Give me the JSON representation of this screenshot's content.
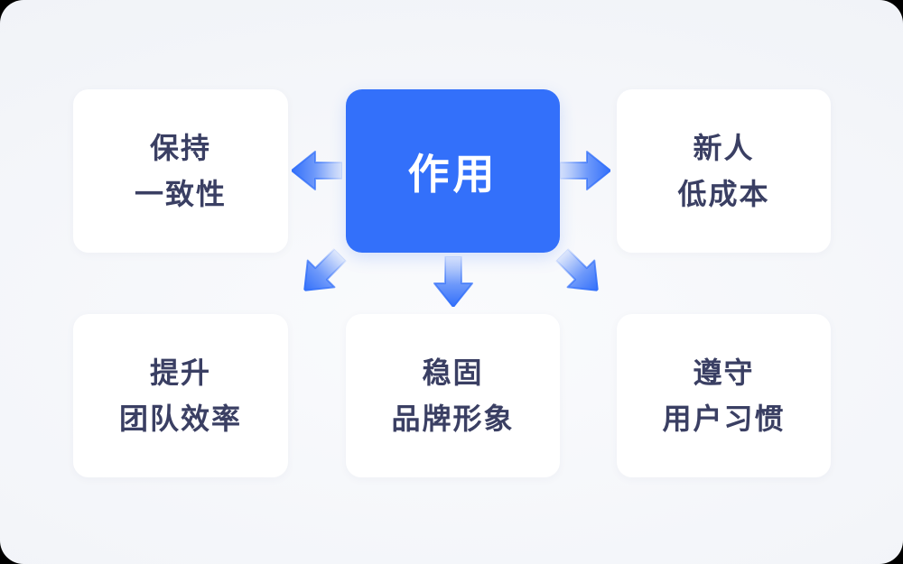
{
  "diagram": {
    "center": {
      "label": "作用"
    },
    "nodes": [
      {
        "id": "keep-consistency",
        "position": "top-left",
        "lines": [
          "保持",
          "一致性"
        ]
      },
      {
        "id": "newcomer-low-cost",
        "position": "top-right",
        "lines": [
          "新人",
          "低成本"
        ]
      },
      {
        "id": "improve-team-efficiency",
        "position": "bottom-left",
        "lines": [
          "提升",
          "团队效率"
        ]
      },
      {
        "id": "stable-brand-image",
        "position": "bottom-center",
        "lines": [
          "稳固",
          "品牌形象"
        ]
      },
      {
        "id": "follow-user-habits",
        "position": "bottom-right",
        "lines": [
          "遵守",
          "用户习惯"
        ]
      }
    ],
    "arrows": [
      {
        "icon": "arrow-left-icon",
        "direction": "left"
      },
      {
        "icon": "arrow-right-icon",
        "direction": "right"
      },
      {
        "icon": "arrow-down-left-icon",
        "direction": "down-left"
      },
      {
        "icon": "arrow-down-icon",
        "direction": "down"
      },
      {
        "icon": "arrow-down-right-icon",
        "direction": "down-right"
      }
    ],
    "colors": {
      "accent": "#3370fa",
      "node_text": "#3a3f63",
      "node_bg": "#ffffff",
      "canvas_bg": "#f3f5f9",
      "canvas_bg_light": "#fafbfd",
      "outside_bg": "#000000"
    }
  }
}
